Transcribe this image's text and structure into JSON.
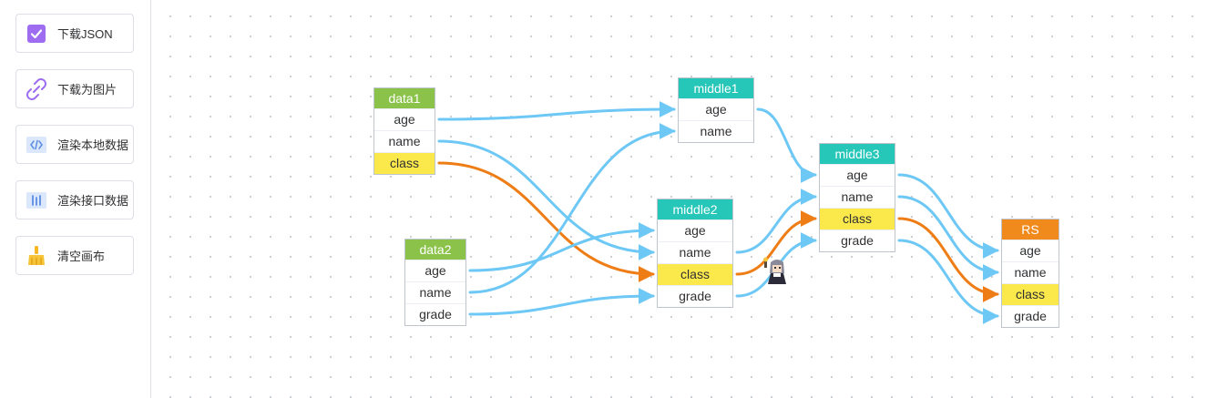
{
  "sidebar": {
    "buttons": [
      {
        "label": "下载JSON",
        "icon": "checkbox-icon"
      },
      {
        "label": "下载为图片",
        "icon": "link-icon"
      },
      {
        "label": "渲染本地数据",
        "icon": "code-icon"
      },
      {
        "label": "渲染接口数据",
        "icon": "bars-icon"
      },
      {
        "label": "清空画布",
        "icon": "broom-icon"
      }
    ]
  },
  "colors": {
    "source_header": "#8bc34a",
    "middle_header": "#26c6b9",
    "result_header": "#f08a1c",
    "highlight": "#fbe94c",
    "edge_blue": "#6ec8f5",
    "edge_orange": "#ef7d16"
  },
  "nodes": {
    "data1": {
      "title": "data1",
      "fields": [
        "age",
        "name",
        "class"
      ]
    },
    "data2": {
      "title": "data2",
      "fields": [
        "age",
        "name",
        "grade"
      ]
    },
    "middle1": {
      "title": "middle1",
      "fields": [
        "age",
        "name"
      ]
    },
    "middle2": {
      "title": "middle2",
      "fields": [
        "age",
        "name",
        "class",
        "grade"
      ]
    },
    "middle3": {
      "title": "middle3",
      "fields": [
        "age",
        "name",
        "class",
        "grade"
      ]
    },
    "rs": {
      "title": "RS",
      "fields": [
        "age",
        "name",
        "class",
        "grade"
      ]
    }
  },
  "edges": [
    {
      "from": "data1.age",
      "to": "middle1.age",
      "color": "blue"
    },
    {
      "from": "data1.name",
      "to": "middle2.name",
      "color": "blue"
    },
    {
      "from": "data1.class",
      "to": "middle2.class",
      "color": "orange"
    },
    {
      "from": "data2.age",
      "to": "middle2.age",
      "color": "blue"
    },
    {
      "from": "data2.name",
      "to": "middle1.name",
      "color": "blue"
    },
    {
      "from": "data2.grade",
      "to": "middle2.grade",
      "color": "blue"
    },
    {
      "from": "middle1.age",
      "to": "middle3.age",
      "color": "blue"
    },
    {
      "from": "middle2.name",
      "to": "middle3.name",
      "color": "blue"
    },
    {
      "from": "middle2.class",
      "to": "middle3.class",
      "color": "orange"
    },
    {
      "from": "middle2.grade",
      "to": "middle3.grade",
      "color": "blue"
    },
    {
      "from": "middle3.age",
      "to": "rs.age",
      "color": "blue"
    },
    {
      "from": "middle3.name",
      "to": "rs.name",
      "color": "blue"
    },
    {
      "from": "middle3.class",
      "to": "rs.class",
      "color": "orange"
    },
    {
      "from": "middle3.grade",
      "to": "rs.grade",
      "color": "blue"
    }
  ]
}
